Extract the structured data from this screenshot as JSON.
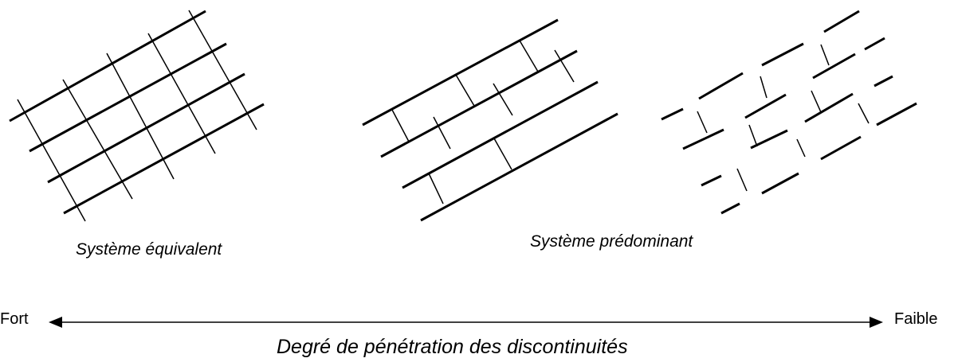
{
  "labels": {
    "equivalent": "Système équivalent",
    "predominant": "Système prédominant",
    "axis_left": "Fort",
    "axis_right": "Faible",
    "axis_title": "Degré de pénétration des discontinuités"
  },
  "colors": {
    "stroke": "#000000",
    "background": "#ffffff"
  }
}
